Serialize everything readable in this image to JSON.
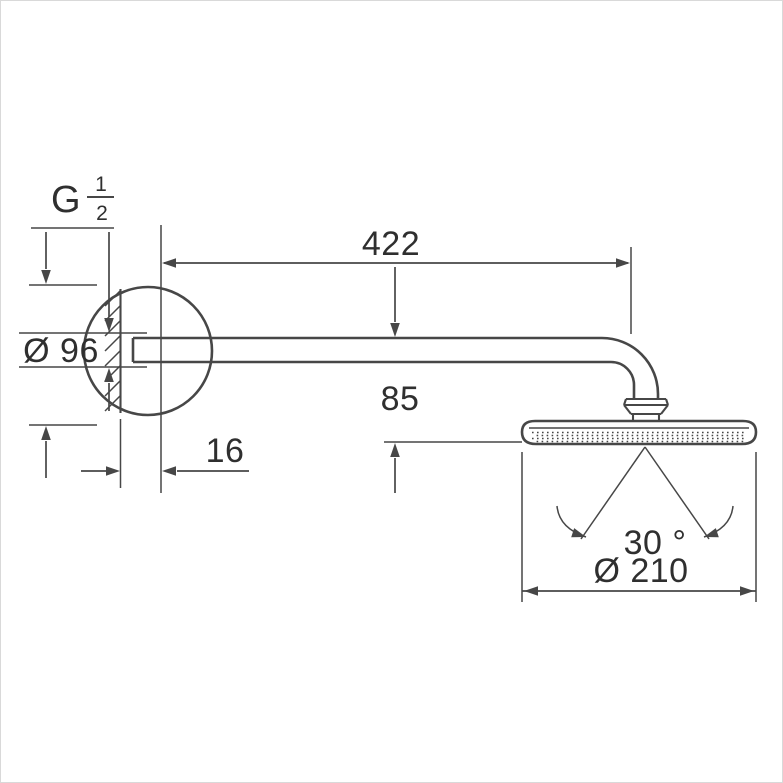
{
  "drawing": {
    "thread_label": {
      "letter": "G",
      "numerator": "1",
      "denominator": "2"
    },
    "dimensions": {
      "arm_length": "422",
      "flange_diameter": "Ø 96",
      "drop_height": "85",
      "flange_depth": "16",
      "head_diameter": "Ø 210",
      "spray_angle": "30 °"
    }
  },
  "colors": {
    "line": "#474747",
    "text": "#2f2f2f",
    "background": "#ffffff",
    "border": "#d9d9d9"
  }
}
